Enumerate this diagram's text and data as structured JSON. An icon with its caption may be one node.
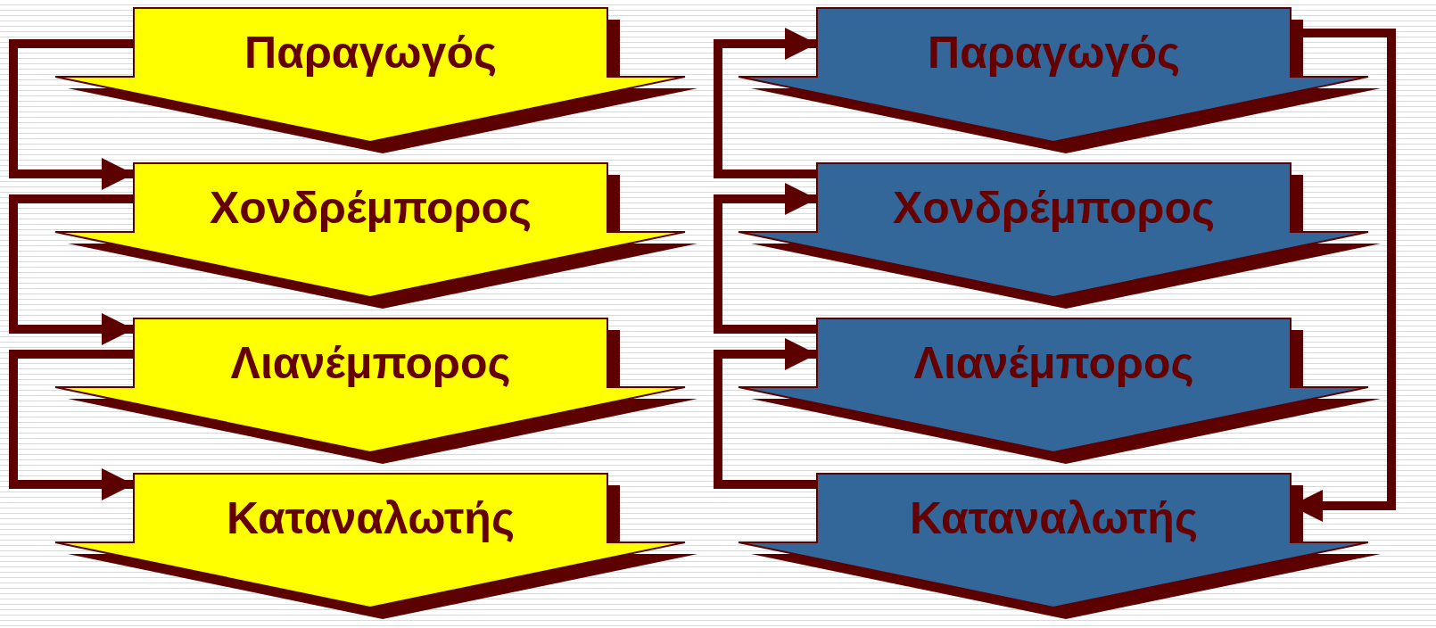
{
  "diagram": {
    "nodes": [
      {
        "text": [
          "Παραγωγός"
        ]
      },
      {
        "text": [
          "Χονδρέμπορος"
        ]
      },
      {
        "text": [
          "Λιανέμπορος"
        ]
      },
      {
        "text": [
          "Καταναλωτής"
        ]
      },
      {
        "text": [
          "Παραγωγός"
        ]
      },
      {
        "text": [
          "Χονδρέμπορος"
        ]
      },
      {
        "text": [
          "Λιανέμπορος"
        ]
      },
      {
        "text": [
          "Καταναλωτής"
        ]
      }
    ],
    "edges": [
      {
        "from": 0,
        "to": 1,
        "arrow": "to"
      },
      {
        "from": 1,
        "to": 2,
        "arrow": "to"
      },
      {
        "from": 2,
        "to": 3,
        "arrow": "to"
      },
      {
        "from": 5,
        "to": 4,
        "arrow": "to"
      },
      {
        "from": 6,
        "to": 5,
        "arrow": "to"
      },
      {
        "from": 7,
        "to": 6,
        "arrow": "to"
      },
      {
        "from": 4,
        "to": 7,
        "arrow": "to"
      }
    ]
  }
}
